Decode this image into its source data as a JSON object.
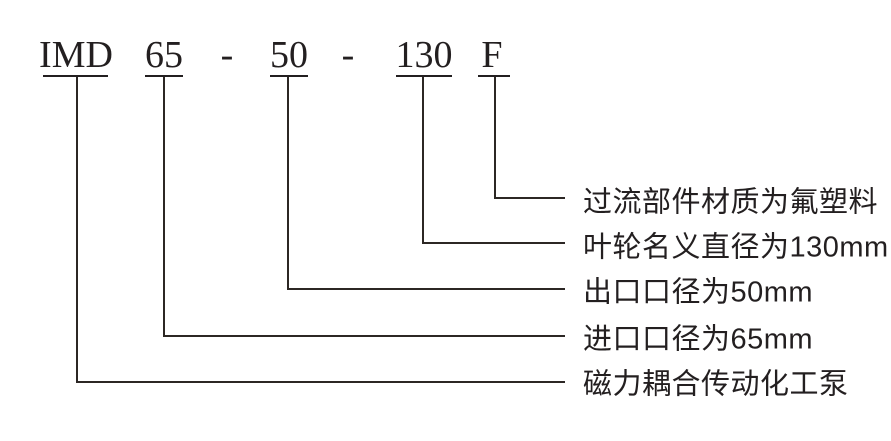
{
  "colors": {
    "background": "#ffffff",
    "ink": "#231f20",
    "line": "#2c2724"
  },
  "model_code": {
    "series": "IMD",
    "inlet_size": "65",
    "separator_1": "-",
    "outlet_size": "50",
    "separator_2": "-",
    "impeller_diameter": "130",
    "material_code": "F"
  },
  "callouts": [
    {
      "for": "F",
      "label": "过流部件材质为氟塑料"
    },
    {
      "for": "130",
      "label": "叶轮名义直径为130mm"
    },
    {
      "for": "50",
      "label": "出口口径为50mm"
    },
    {
      "for": "65",
      "label": "进口口径为65mm"
    },
    {
      "for": "IMD",
      "label": "磁力耦合传动化工泵"
    }
  ]
}
